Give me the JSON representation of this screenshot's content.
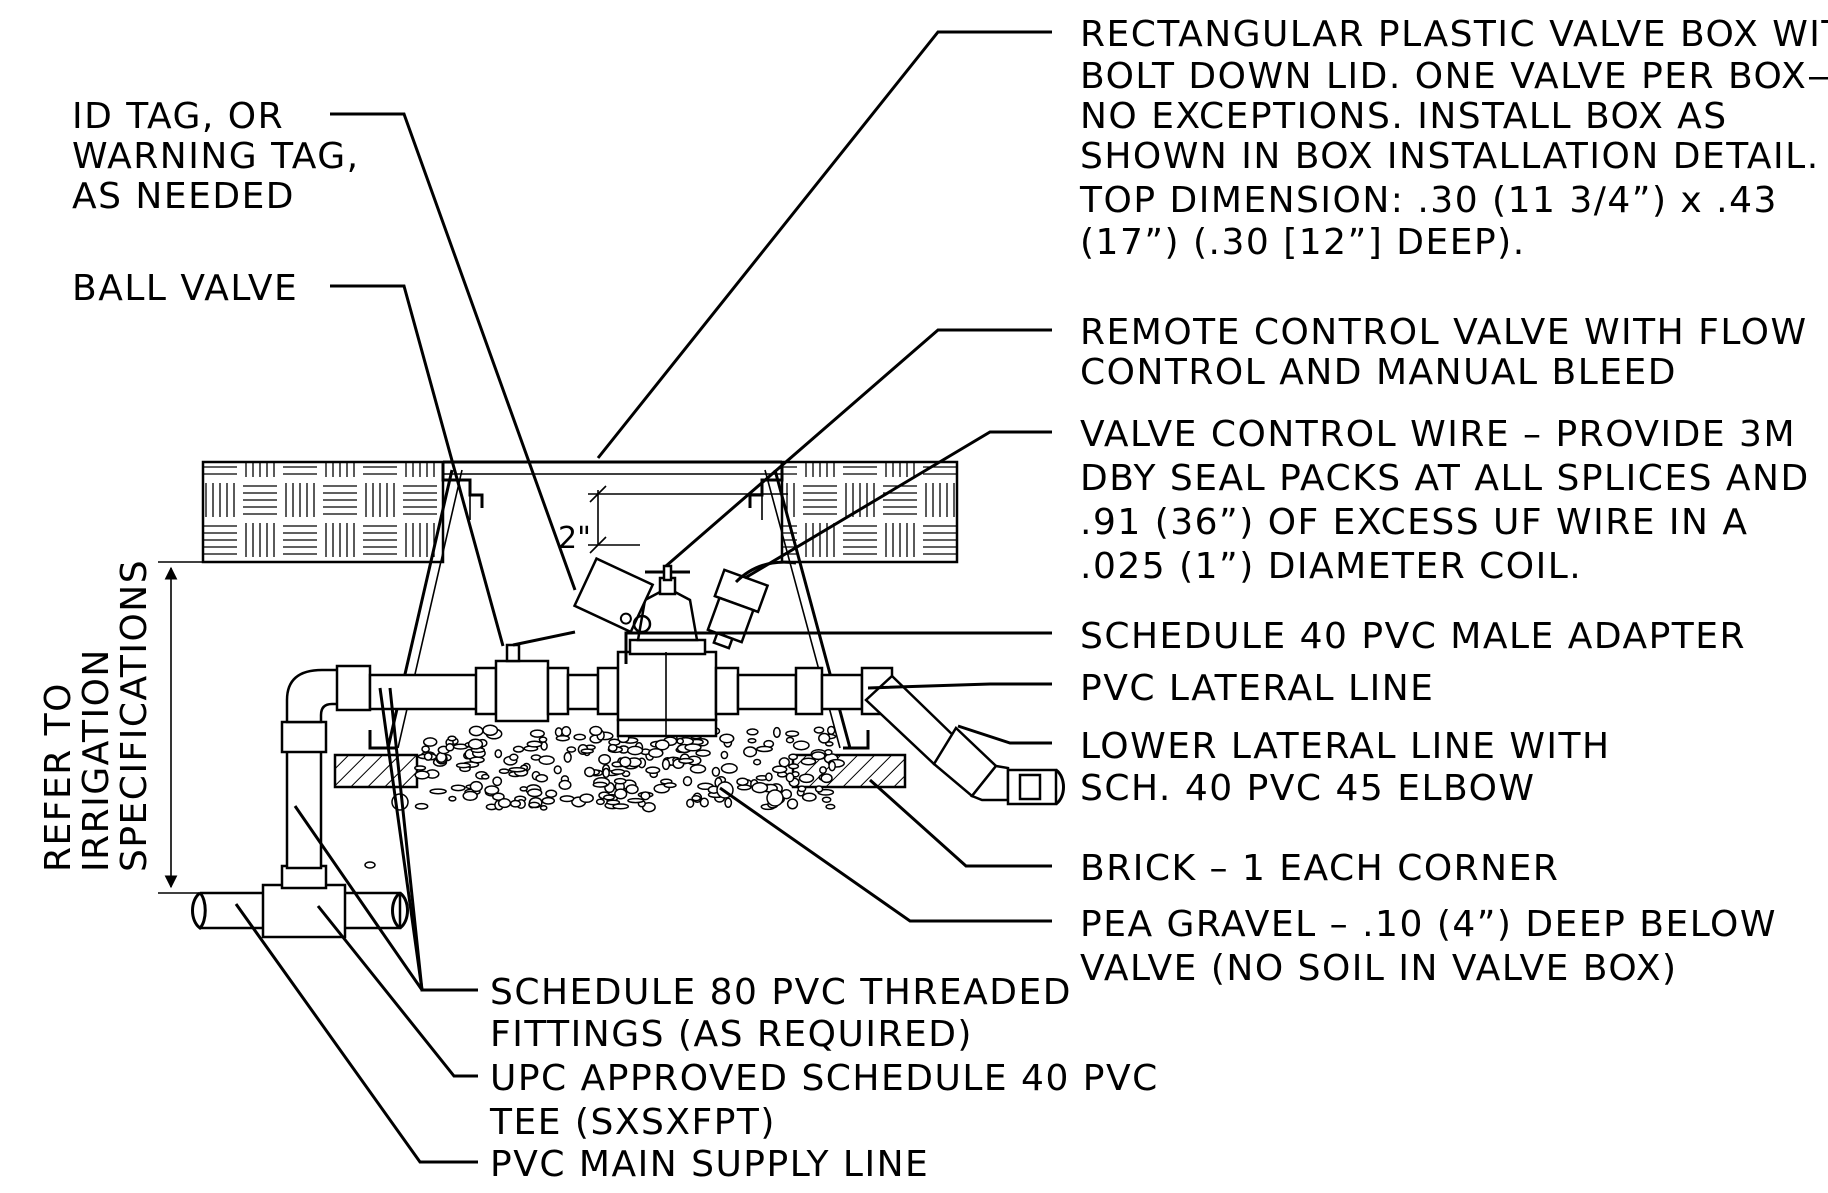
{
  "labels": {
    "box": [
      "RECTANGULAR PLASTIC VALVE BOX WITH",
      "BOLT DOWN LID. ONE VALVE PER BOX—",
      "NO EXCEPTIONS. INSTALL BOX AS",
      "SHOWN   IN BOX INSTALLATION DETAIL.",
      "TOP DIMENSION: .30 (11 3/4”) x .43",
      "(17”) (.30 [12”] DEEP)."
    ],
    "id_tag": [
      "ID TAG, OR",
      "WARNING TAG,",
      "AS NEEDED"
    ],
    "ball_valve": [
      "BALL VALVE"
    ],
    "remote_valve": [
      "REMOTE CONTROL VALVE WITH FLOW",
      "CONTROL AND MANUAL BLEED"
    ],
    "control_wire": [
      "VALVE CONTROL WIRE – PROVIDE 3M",
      "DBY SEAL PACKS AT ALL SPLICES AND",
      ".91 (36”) OF EXCESS UF WIRE IN A",
      ".025 (1”) DIAMETER COIL."
    ],
    "male_adapter": [
      "SCHEDULE 40 PVC MALE ADAPTER"
    ],
    "lateral": [
      "PVC LATERAL LINE"
    ],
    "lower_lateral": [
      "LOWER LATERAL LINE   WITH",
      "SCH. 40 PVC 45 ELBOW"
    ],
    "brick": [
      "BRICK – 1 EACH CORNER"
    ],
    "gravel": [
      "PEA GRAVEL – .10 (4”) DEEP BELOW",
      "VALVE (NO SOIL IN VALVE BOX)"
    ],
    "sch80": [
      "SCHEDULE 80 PVC THREADED",
      "FITTINGS (AS REQUIRED)"
    ],
    "tee": [
      "UPC APPROVED SCHEDULE 40 PVC",
      "TEE (SXSXFPT)"
    ],
    "main": [
      "PVC MAIN SUPPLY LINE"
    ],
    "refer": [
      "REFER TO",
      "IRRIGATION",
      "SPECIFICATIONS"
    ],
    "dim_2in": "2\""
  }
}
